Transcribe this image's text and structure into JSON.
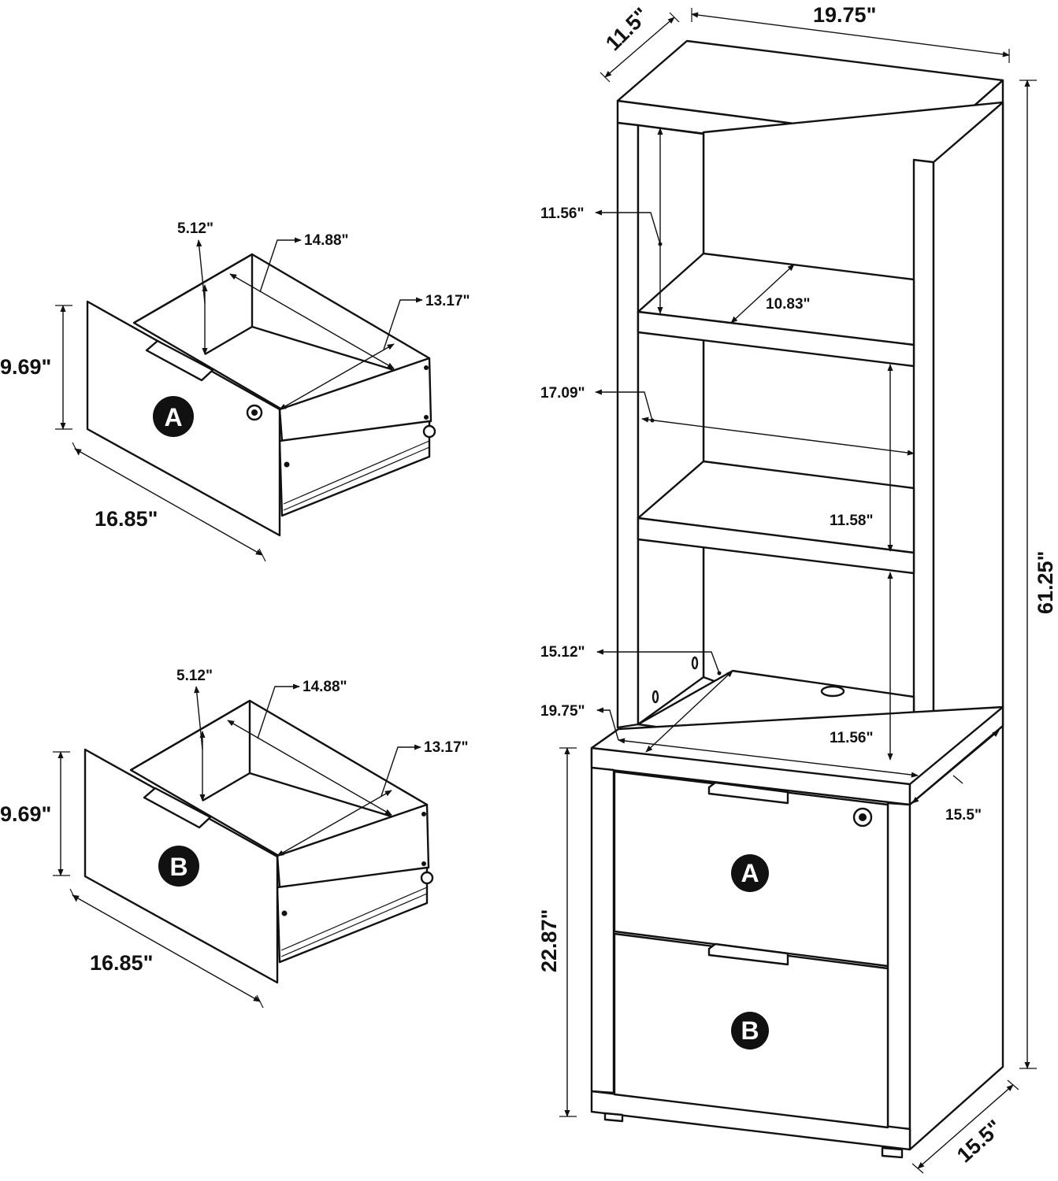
{
  "drawer_a": {
    "badge": "A",
    "height": "9.69\"",
    "width": "16.85\"",
    "inner_height": "5.12\"",
    "inner_width": "14.88\"",
    "inner_depth": "13.17\""
  },
  "drawer_b": {
    "badge": "B",
    "height": "9.69\"",
    "width": "16.85\"",
    "inner_height": "5.12\"",
    "inner_width": "14.88\"",
    "inner_depth": "13.17\""
  },
  "cabinet": {
    "top_depth": "11.5\"",
    "top_width": "19.75\"",
    "total_height": "61.25\"",
    "base_height": "22.87\"",
    "base_depth": "15.5\"",
    "base_top_depth": "15.5\"",
    "shelf_gap_top": "11.56\"",
    "shelf_depth": "10.83\"",
    "inner_width": "17.09\"",
    "shelf_gap_middle": "11.58\"",
    "opening_depth": "15.12\"",
    "base_top_width": "19.75\"",
    "shelf_gap_bottom": "11.56\"",
    "drawer_badge_top": "A",
    "drawer_badge_bottom": "B"
  }
}
